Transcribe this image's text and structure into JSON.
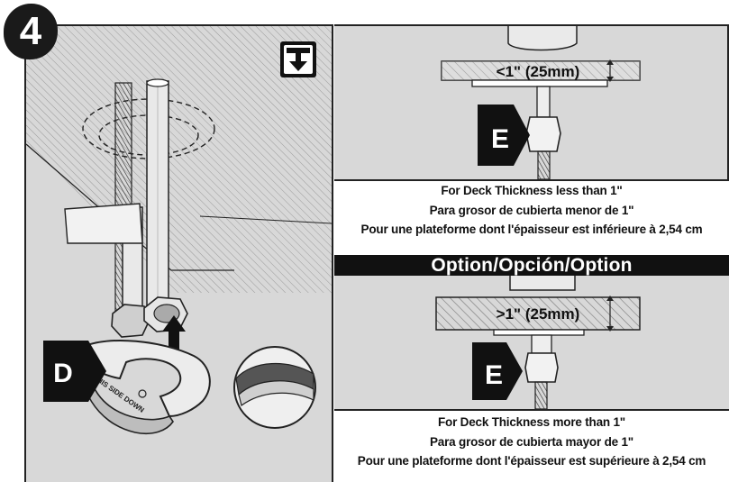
{
  "step_number": "4",
  "labels": {
    "part_d": "D",
    "part_e_top": "E",
    "part_e_bottom": "E",
    "wrench_text": "THIS SIDE DOWN"
  },
  "measurements": {
    "thin_deck": "<1\" (25mm)",
    "thick_deck": ">1\" (25mm)"
  },
  "captions": {
    "thin": {
      "en": "For Deck Thickness less than 1\"",
      "es": "Para grosor de cubierta menor de 1\"",
      "fr": "Pour une plateforme dont l'épaisseur est inférieure à 2,54 cm"
    },
    "thick": {
      "en": "For Deck Thickness more than 1\"",
      "es": "Para grosor de cubierta mayor de 1\"",
      "fr": "Pour une plateforme dont l'épaisseur est supérieure à 2,54 cm"
    }
  },
  "option_banner": "Option/Opción/Option",
  "icons": {
    "install_under_sink": "under-sink-install-icon",
    "arrow": "up-arrow-icon"
  },
  "colors": {
    "panel": "#d8d8d8",
    "ink": "#111111",
    "banner": "#111111"
  }
}
